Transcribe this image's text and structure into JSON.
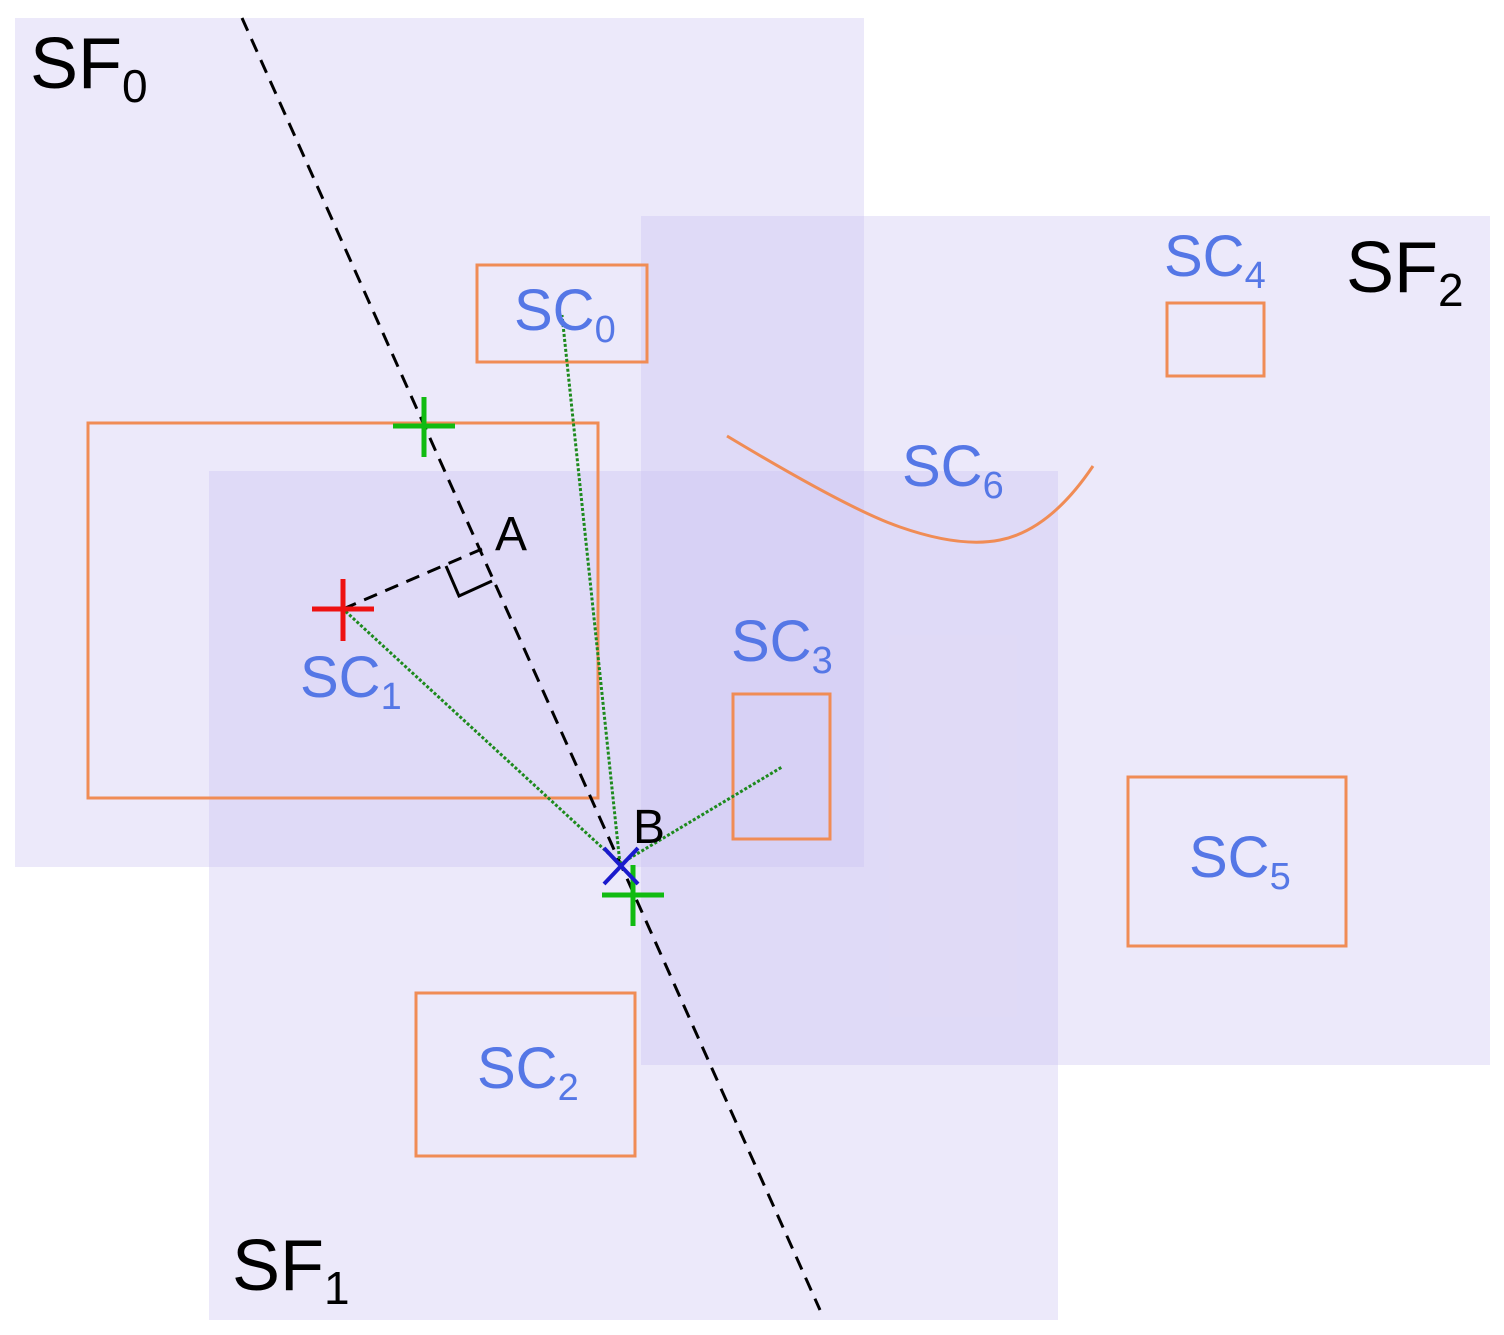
{
  "colors": {
    "frame_fill": "#c9bff0",
    "shape_stroke": "#f08c55",
    "label_blue": "#5577e6",
    "dashed_line": "#000000",
    "connector_green": "#1d8a1d",
    "marker_green": "#11bb11",
    "marker_red": "#ee1111",
    "marker_blue": "#1a1acc"
  },
  "frames": [
    {
      "id": "SF0",
      "label_main": "SF",
      "label_sub": "0"
    },
    {
      "id": "SF1",
      "label_main": "SF",
      "label_sub": "1"
    },
    {
      "id": "SF2",
      "label_main": "SF",
      "label_sub": "2"
    }
  ],
  "shapes": [
    {
      "id": "SC0",
      "label_main": "SC",
      "label_sub": "0",
      "kind": "rectangle"
    },
    {
      "id": "SC1",
      "label_main": "SC",
      "label_sub": "1",
      "kind": "rectangle"
    },
    {
      "id": "SC2",
      "label_main": "SC",
      "label_sub": "2",
      "kind": "rectangle"
    },
    {
      "id": "SC3",
      "label_main": "SC",
      "label_sub": "3",
      "kind": "rectangle"
    },
    {
      "id": "SC4",
      "label_main": "SC",
      "label_sub": "4",
      "kind": "rectangle"
    },
    {
      "id": "SC5",
      "label_main": "SC",
      "label_sub": "5",
      "kind": "rectangle"
    },
    {
      "id": "SC6",
      "label_main": "SC",
      "label_sub": "6",
      "kind": "curve"
    }
  ],
  "points": {
    "A": "A",
    "B": "B"
  },
  "markers": [
    {
      "id": "sc1-center",
      "shape": "plus",
      "color": "red"
    },
    {
      "id": "upper-intersection",
      "shape": "plus",
      "color": "green"
    },
    {
      "id": "lower-intersection",
      "shape": "plus",
      "color": "green"
    },
    {
      "id": "point-b",
      "shape": "x",
      "color": "blue"
    }
  ]
}
